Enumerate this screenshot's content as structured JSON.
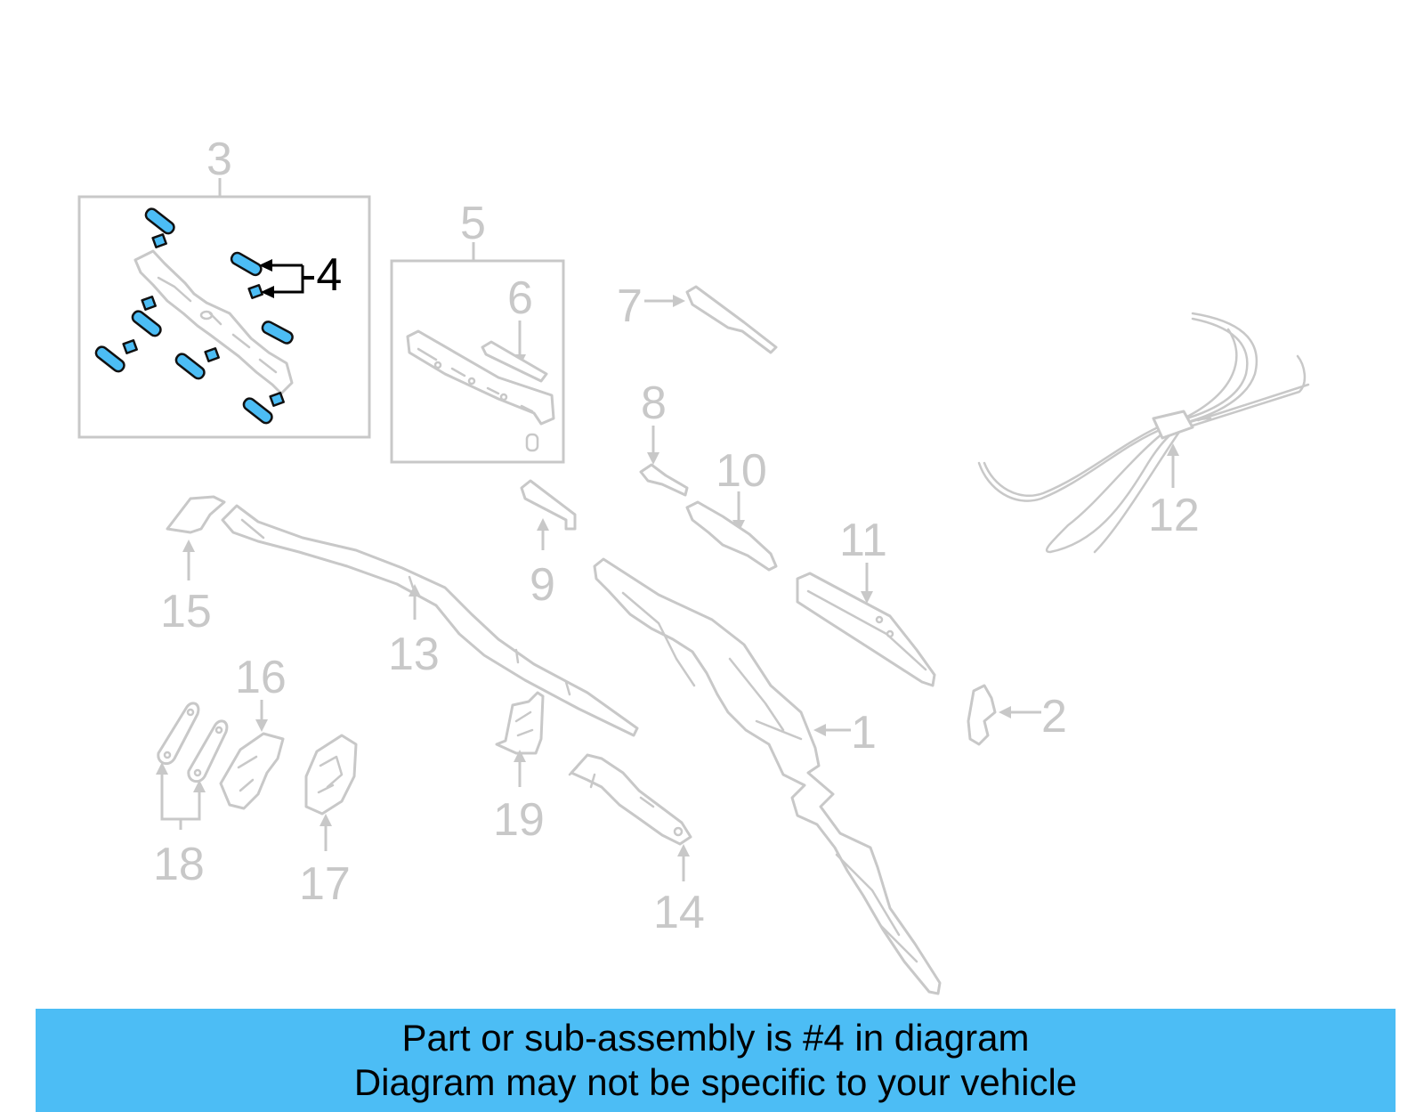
{
  "callouts": {
    "c1": "1",
    "c2": "2",
    "c3": "3",
    "c4": "-4",
    "c5": "5",
    "c6": "6",
    "c7": "7",
    "c8": "8",
    "c9": "9",
    "c10": "10",
    "c11": "11",
    "c12": "12",
    "c13": "13",
    "c14": "14",
    "c15": "15",
    "c16": "16",
    "c17": "17",
    "c18": "18",
    "c19": "19"
  },
  "banner": {
    "line1": "Part or sub-assembly is #4 in diagram",
    "line2": "Diagram may not be specific to your vehicle"
  },
  "colors": {
    "highlight": "#4cbdf5",
    "banner": "#4cbdf5",
    "inactive": "#c8c8c8",
    "active": "#000000"
  }
}
